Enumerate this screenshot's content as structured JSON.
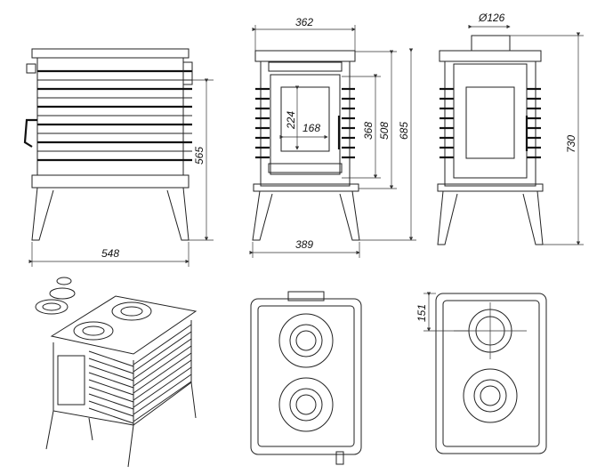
{
  "dimensions": {
    "side_height": "565",
    "side_width": "548",
    "front_top_width": "362",
    "front_base_width": "389",
    "glass_height": "224",
    "glass_width": "168",
    "door_height": "368",
    "body_height": "508",
    "front_total_height": "685",
    "flue_diameter": "Ø126",
    "rear_total_height": "730",
    "flue_offset": "151"
  }
}
